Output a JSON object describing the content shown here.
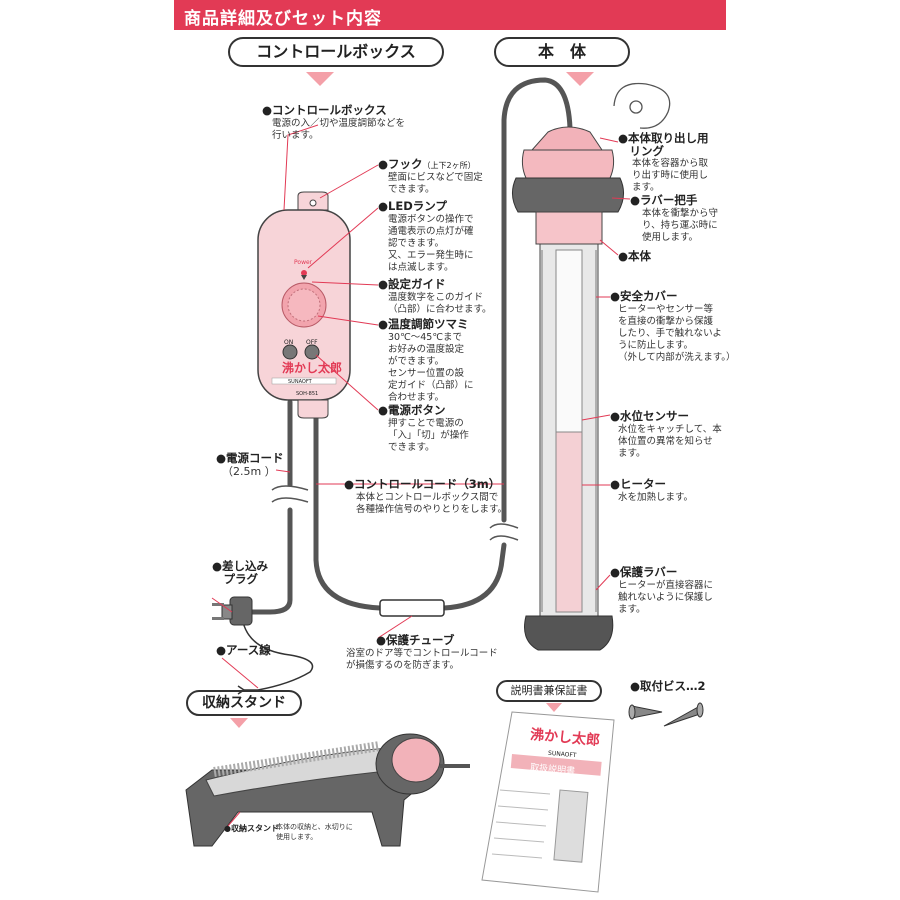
{
  "banner": "商品詳細及びセット内容",
  "headings": {
    "control_box": "コントロールボックス",
    "body": "本　体",
    "stand": "収納スタンド",
    "manual": "説明書兼保証書"
  },
  "parts": {
    "control_box": {
      "title": "●コントロールボックス",
      "desc": "電源の入／切や温度調節などを\n行います。"
    },
    "hook": {
      "title": "●フック",
      "sub": "（上下2ヶ所）",
      "desc": "壁面にビスなどで固定\nできます。"
    },
    "led": {
      "title": "●LEDランプ",
      "desc": "電源ボタンの操作で\n通電表示の点灯が確\n認できます。\n又、エラー発生時に\nは点滅します。"
    },
    "guide": {
      "title": "●設定ガイド",
      "desc": "温度数字をこのガイド\n（凸部）に合わせます。"
    },
    "knob": {
      "title": "●温度調節ツマミ",
      "desc": "30℃～45℃まで\nお好みの温度設定\nができます。\nセンサー位置の設\n定ガイド（凸部）に\n合わせます。"
    },
    "power_button": {
      "title": "●電源ボタン",
      "desc": "押すことで電源の\n「入」「切」が操作\nできます。"
    },
    "power_cord": {
      "title": "●電源コード",
      "desc": "（2.5m ）"
    },
    "control_cord": {
      "title": "●コントロールコード（3m）",
      "desc": "本体とコントロールボックス間で\n各種操作信号のやりとりをします。"
    },
    "plug": {
      "title": "●差し込み\n　プラグ"
    },
    "earth": {
      "title": "●アース線"
    },
    "tube": {
      "title": "●保護チューブ",
      "desc": "浴室のドア等でコントロールコード\nが損傷するのを防ぎます。"
    },
    "ring": {
      "title": "●本体取り出し用\n　リング",
      "desc": "本体を容器から取\nり出す時に使用し\nます。"
    },
    "rubber_grip": {
      "title": "●ラバー把手",
      "desc": "本体を衝撃から守\nり、持ち運ぶ時に\n使用します。"
    },
    "main_body": {
      "title": "●本体"
    },
    "cover": {
      "title": "●安全カバー",
      "desc": "ヒーターやセンサー等\nを直接の衝撃から保護\nしたり、手で触れないよ\nうに防止します。\n（外して内部が洗えます。）"
    },
    "sensor": {
      "title": "●水位センサー",
      "desc": "水位をキャッチして、本\n体位置の異常を知らせ\nます。"
    },
    "heater": {
      "title": "●ヒーター",
      "desc": "水を加熱します。"
    },
    "protect_rubber": {
      "title": "●保護ラバー",
      "desc": "ヒーターが直接容器に\n触れないように保護し\nます。"
    },
    "screws": {
      "title": "●取付ビス…2"
    },
    "stand_label": {
      "title": "●収納スタンド",
      "desc": "本体の収納と、水切りに\n使用します。"
    }
  },
  "device": {
    "power": "Power",
    "on": "ON",
    "off": "OFF",
    "brand": "SUNAOFT",
    "name": "沸かし太郎",
    "model": "SOH-851"
  },
  "manual": {
    "tag": "沸かし太郎",
    "brand": "SUNAOFT",
    "doc": "取扱説明書"
  },
  "colors": {
    "accent": "#e23a55",
    "pink": "#f4b6bd",
    "dark": "#555"
  }
}
